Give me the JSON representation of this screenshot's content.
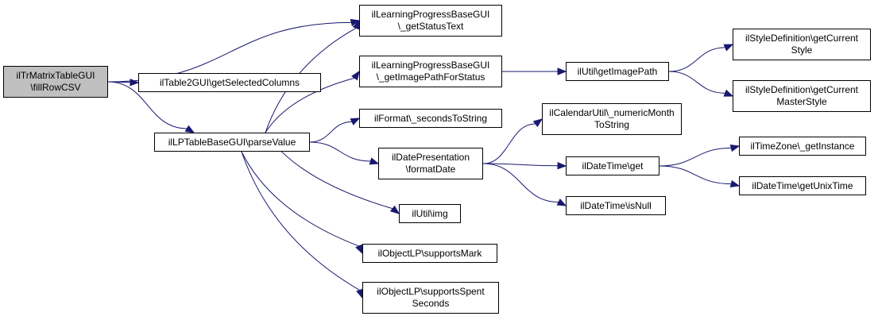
{
  "colors": {
    "edge": "#191970",
    "border": "#000000",
    "root_fill": "#bfbfbf",
    "node_fill": "#ffffff"
  },
  "nodes": [
    {
      "id": "fillrowcsv",
      "lines": [
        "ilTrMatrixTableGUI",
        "\\fillRowCSV"
      ],
      "root": true
    },
    {
      "id": "getstatustext",
      "lines": [
        "ilLearningProgressBaseGUI",
        "\\_getStatusText"
      ]
    },
    {
      "id": "getimagepathforstatus",
      "lines": [
        "ilLearningProgressBaseGUI",
        "\\_getImagePathForStatus"
      ]
    },
    {
      "id": "getselectedcolumns",
      "lines": [
        "ilTable2GUI\\getSelectedColumns"
      ]
    },
    {
      "id": "parsevalue",
      "lines": [
        "ilLPTableBaseGUI\\parseValue"
      ]
    },
    {
      "id": "secondstostring",
      "lines": [
        "ilFormat\\_secondsToString"
      ]
    },
    {
      "id": "formatdate",
      "lines": [
        "ilDatePresentation",
        "\\formatDate"
      ]
    },
    {
      "id": "img",
      "lines": [
        "ilUtil\\img"
      ]
    },
    {
      "id": "supportsmark",
      "lines": [
        "ilObjectLP\\supportsMark"
      ]
    },
    {
      "id": "supportsspentseconds",
      "lines": [
        "ilObjectLP\\supportsSpent",
        "Seconds"
      ]
    },
    {
      "id": "getimagepath",
      "lines": [
        "ilUtil\\getImagePath"
      ]
    },
    {
      "id": "getcurrentstyle",
      "lines": [
        "ilStyleDefinition\\getCurrent",
        "Style"
      ]
    },
    {
      "id": "getcurrentmasterstyle",
      "lines": [
        "ilStyleDefinition\\getCurrent",
        "MasterStyle"
      ]
    },
    {
      "id": "numericmonthtostring",
      "lines": [
        "ilCalendarUtil\\_numericMonth",
        "ToString"
      ]
    },
    {
      "id": "datetimeget",
      "lines": [
        "ilDateTime\\get"
      ]
    },
    {
      "id": "datetimeisnull",
      "lines": [
        "ilDateTime\\isNull"
      ]
    },
    {
      "id": "getinstance",
      "lines": [
        "ilTimeZone\\_getInstance"
      ]
    },
    {
      "id": "getunixtime",
      "lines": [
        "ilDateTime\\getUnixTime"
      ]
    }
  ],
  "edges": [
    [
      "fillrowcsv",
      "getstatustext"
    ],
    [
      "fillrowcsv",
      "getselectedcolumns"
    ],
    [
      "fillrowcsv",
      "parsevalue"
    ],
    [
      "parsevalue",
      "getstatustext"
    ],
    [
      "parsevalue",
      "getimagepathforstatus"
    ],
    [
      "parsevalue",
      "secondstostring"
    ],
    [
      "parsevalue",
      "formatdate"
    ],
    [
      "parsevalue",
      "img"
    ],
    [
      "parsevalue",
      "supportsmark"
    ],
    [
      "parsevalue",
      "supportsspentseconds"
    ],
    [
      "getimagepathforstatus",
      "getimagepath"
    ],
    [
      "getimagepath",
      "getcurrentstyle"
    ],
    [
      "getimagepath",
      "getcurrentmasterstyle"
    ],
    [
      "formatdate",
      "numericmonthtostring"
    ],
    [
      "formatdate",
      "datetimeget"
    ],
    [
      "formatdate",
      "datetimeisnull"
    ],
    [
      "datetimeget",
      "getinstance"
    ],
    [
      "datetimeget",
      "getunixtime"
    ]
  ]
}
